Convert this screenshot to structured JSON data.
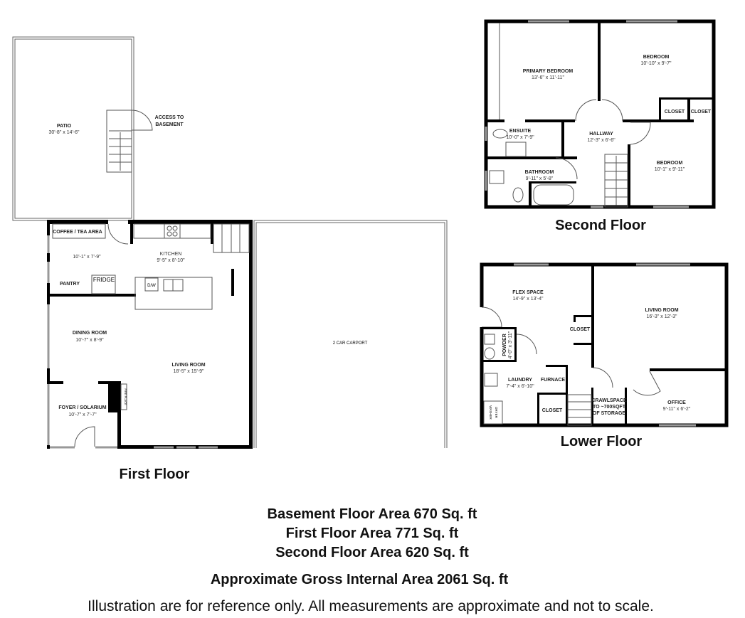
{
  "first_floor": {
    "title": "First Floor",
    "rooms": [
      {
        "name": "PATIO",
        "dims": "30'-8\" x 14'-6\""
      },
      {
        "name": "COFFEE / TEA AREA",
        "dims": "10'-1\" x 7'-9\""
      },
      {
        "name": "KITCHEN",
        "dims": "9'-5\" x 8'-10\""
      },
      {
        "name": "DINING ROOM",
        "dims": "10'-7\" x 8'-9\""
      },
      {
        "name": "LIVING ROOM",
        "dims": "18'-5\" x 15'-9\""
      },
      {
        "name": "FOYER / SOLARIUM",
        "dims": "10'-7\" x 7'-7\""
      }
    ],
    "labels": {
      "access_line1": "ACCESS TO",
      "access_line2": "BASEMENT",
      "pantry": "PANTRY",
      "fridge": "FRIDGE",
      "dishwasher": "D/W",
      "fireplace": "FIRE PLACE",
      "carport": "2 CAR CARPORT"
    }
  },
  "second_floor": {
    "title": "Second Floor",
    "rooms": [
      {
        "name": "PRIMARY BEDROOM",
        "dims": "13'-6\" x 11'-11\""
      },
      {
        "name": "BEDROOM",
        "dims": "10'-10\" x 9'-7\""
      },
      {
        "name": "ENSUITE",
        "dims": "10'-0\" x 7'-9\""
      },
      {
        "name": "HALLWAY",
        "dims": "12'-3\" x 6'-6\""
      },
      {
        "name": "BATHROOM",
        "dims": "9'-11\" x 5'-8\""
      },
      {
        "name": "BEDROOM",
        "dims": "10'-1\" x 9'-11\""
      }
    ],
    "closets": [
      "CLOSET",
      "CLOSET"
    ]
  },
  "lower_floor": {
    "title": "Lower Floor",
    "rooms": [
      {
        "name": "FLEX SPACE",
        "dims": "14'-9\" x 13'-4\""
      },
      {
        "name": "LIVING ROOM",
        "dims": "16'-3\" x 12'-3\""
      },
      {
        "name": "POWDER",
        "dims": "4'-0\" x 3'-11\""
      },
      {
        "name": "LAUNDRY",
        "dims": "7'-4\" x 6'-10\""
      },
      {
        "name": "OFFICE",
        "dims": "9'-11\" x 6'-2\""
      }
    ],
    "labels": {
      "closet1": "CLOSET",
      "closet2": "CLOSET",
      "furnace": "FURNACE",
      "crawl1": "CRAWLSPACE",
      "crawl2": "TO ~700SQFT",
      "crawl3": "OF STORAGE",
      "washer": "WASHER",
      "dryer": "DRYER"
    }
  },
  "summary": {
    "basement": "Basement Floor Area 670 Sq. ft",
    "first": "First Floor Area  771 Sq. ft",
    "second": "Second Floor Area 620 Sq. ft",
    "gross": "Approximate Gross Internal Area  2061 Sq. ft",
    "disclaimer": "Illustration are for reference only. All measurements are approximate and not to scale."
  }
}
